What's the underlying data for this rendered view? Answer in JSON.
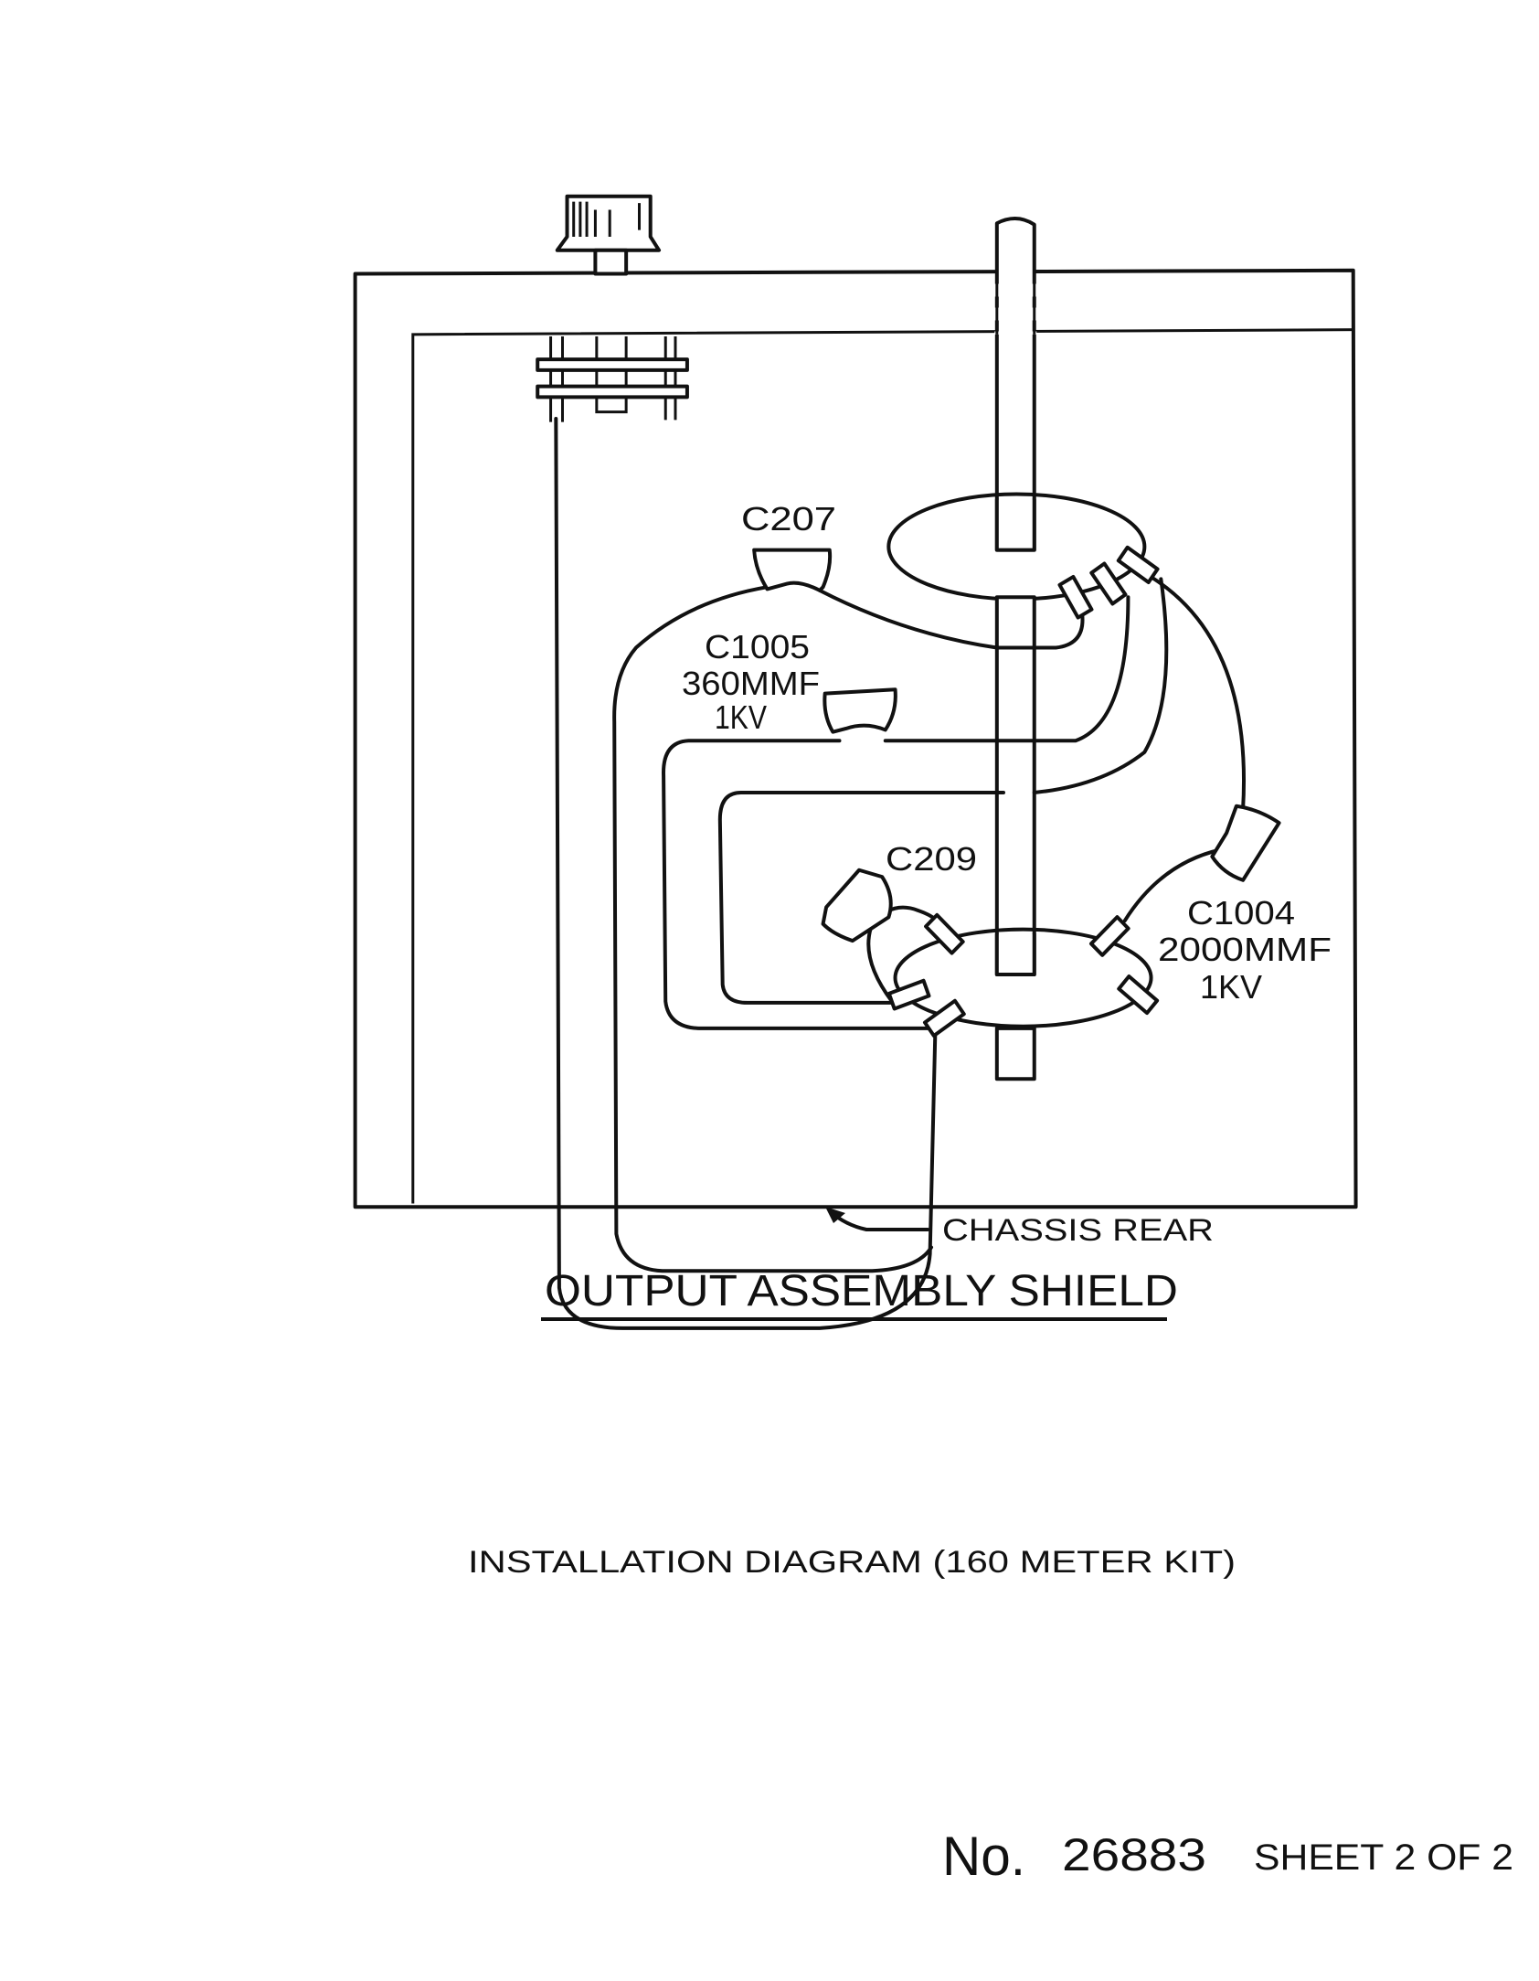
{
  "diagram": {
    "labels": {
      "c207": "C207",
      "c1005": "C1005",
      "c1005_value": "360MMF",
      "c1005_voltage": "1KV",
      "c209": "C209",
      "c1004": "C1004",
      "c1004_value": "2000MMF",
      "c1004_voltage": "1KV",
      "chassis_rear": "CHASSIS REAR"
    },
    "title": "OUTPUT ASSEMBLY SHIELD"
  },
  "caption": "INSTALLATION DIAGRAM (160 METER KIT)",
  "footer": {
    "no_label": "No.",
    "number": "26883",
    "sheet": "SHEET 2 OF 2"
  }
}
